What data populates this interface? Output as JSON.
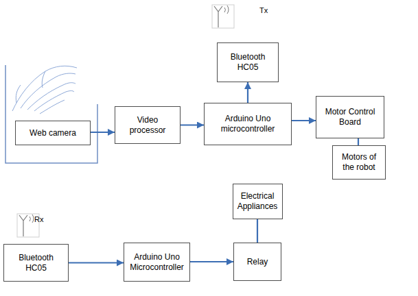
{
  "diagram": {
    "nodes": [
      {
        "text": [
          "Bluetooth HC05"
        ]
      },
      {
        "text": [
          "Web camera"
        ]
      },
      {
        "text": [
          "Video processor"
        ]
      },
      {
        "text": [
          "Arduino Uno microcontroller"
        ]
      },
      {
        "text": [
          "Motor Control Board"
        ]
      },
      {
        "text": [
          "Motors of the robot"
        ]
      },
      {
        "text": [
          "Electrical Appliances"
        ]
      },
      {
        "text": [
          "Bluetooth HC05"
        ]
      },
      {
        "text": [
          "Arduino Uno Microcontroller"
        ]
      },
      {
        "text": [
          "Relay"
        ]
      }
    ],
    "edges": [
      {
        "from": 1,
        "to": 2,
        "arrow": "to"
      },
      {
        "from": 2,
        "to": 3,
        "arrow": "to"
      },
      {
        "from": 3,
        "to": 0,
        "arrow": "to"
      },
      {
        "from": 3,
        "to": 4,
        "arrow": "to"
      },
      {
        "from": 4,
        "to": 5,
        "arrow": "none"
      },
      {
        "from": 7,
        "to": 8,
        "arrow": "to"
      },
      {
        "from": 8,
        "to": 9,
        "arrow": "to"
      },
      {
        "from": 9,
        "to": 6,
        "arrow": "none"
      }
    ],
    "labels": [
      "Tx",
      "Rx"
    ]
  }
}
